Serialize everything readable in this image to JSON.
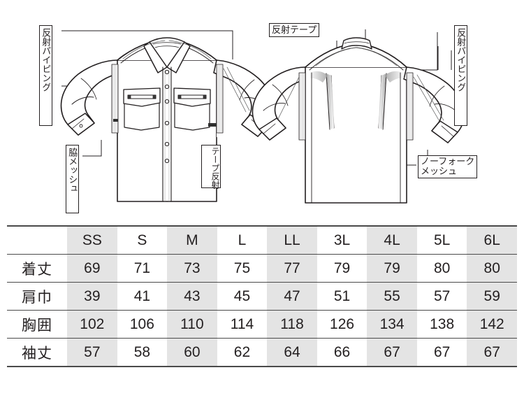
{
  "diagram": {
    "title": "shirt-spec-illustration",
    "views": [
      {
        "name": "front-view",
        "label": "front"
      },
      {
        "name": "back-view",
        "label": "back"
      }
    ],
    "callouts": [
      {
        "id": "front-reflective-piping",
        "text": "反射パイピング",
        "orientation": "vertical",
        "view": "front"
      },
      {
        "id": "front-side-mesh",
        "text": "脇メッシュ",
        "orientation": "vertical",
        "view": "front"
      },
      {
        "id": "front-reflective-tape",
        "text": "反射テープ",
        "column_right": "反射",
        "column_left": "テープ",
        "orientation": "vertical-two-column",
        "view": "front"
      },
      {
        "id": "back-reflective-tape",
        "text": "反射テープ",
        "orientation": "horizontal",
        "view": "back"
      },
      {
        "id": "back-reflective-piping",
        "text": "反射パイピング",
        "orientation": "vertical",
        "view": "back"
      },
      {
        "id": "back-norfolk-mesh",
        "line1": "ノーフォーク",
        "line2": "メッシュ",
        "orientation": "horizontal-two-line",
        "view": "back"
      }
    ]
  },
  "size_table": {
    "corner_label": "",
    "columns": [
      "SS",
      "S",
      "M",
      "L",
      "LL",
      "3L",
      "4L",
      "5L",
      "6L"
    ],
    "shaded_columns": [
      "SS",
      "M",
      "LL",
      "4L",
      "6L"
    ],
    "rows": [
      {
        "label": "着丈",
        "values": [
          "69",
          "71",
          "73",
          "75",
          "77",
          "79",
          "79",
          "80",
          "80"
        ]
      },
      {
        "label": "肩巾",
        "values": [
          "39",
          "41",
          "43",
          "45",
          "47",
          "51",
          "55",
          "57",
          "59"
        ]
      },
      {
        "label": "胸囲",
        "values": [
          "102",
          "106",
          "110",
          "114",
          "118",
          "126",
          "134",
          "138",
          "142"
        ]
      },
      {
        "label": "袖丈",
        "values": [
          "57",
          "58",
          "60",
          "62",
          "64",
          "66",
          "67",
          "67",
          "67"
        ]
      }
    ]
  },
  "colors": {
    "ink": "#231f20",
    "rule": "#4a4a4a",
    "shade": "#e4e4e4",
    "background": "#ffffff",
    "mesh_fill": "#f2f2f2"
  }
}
